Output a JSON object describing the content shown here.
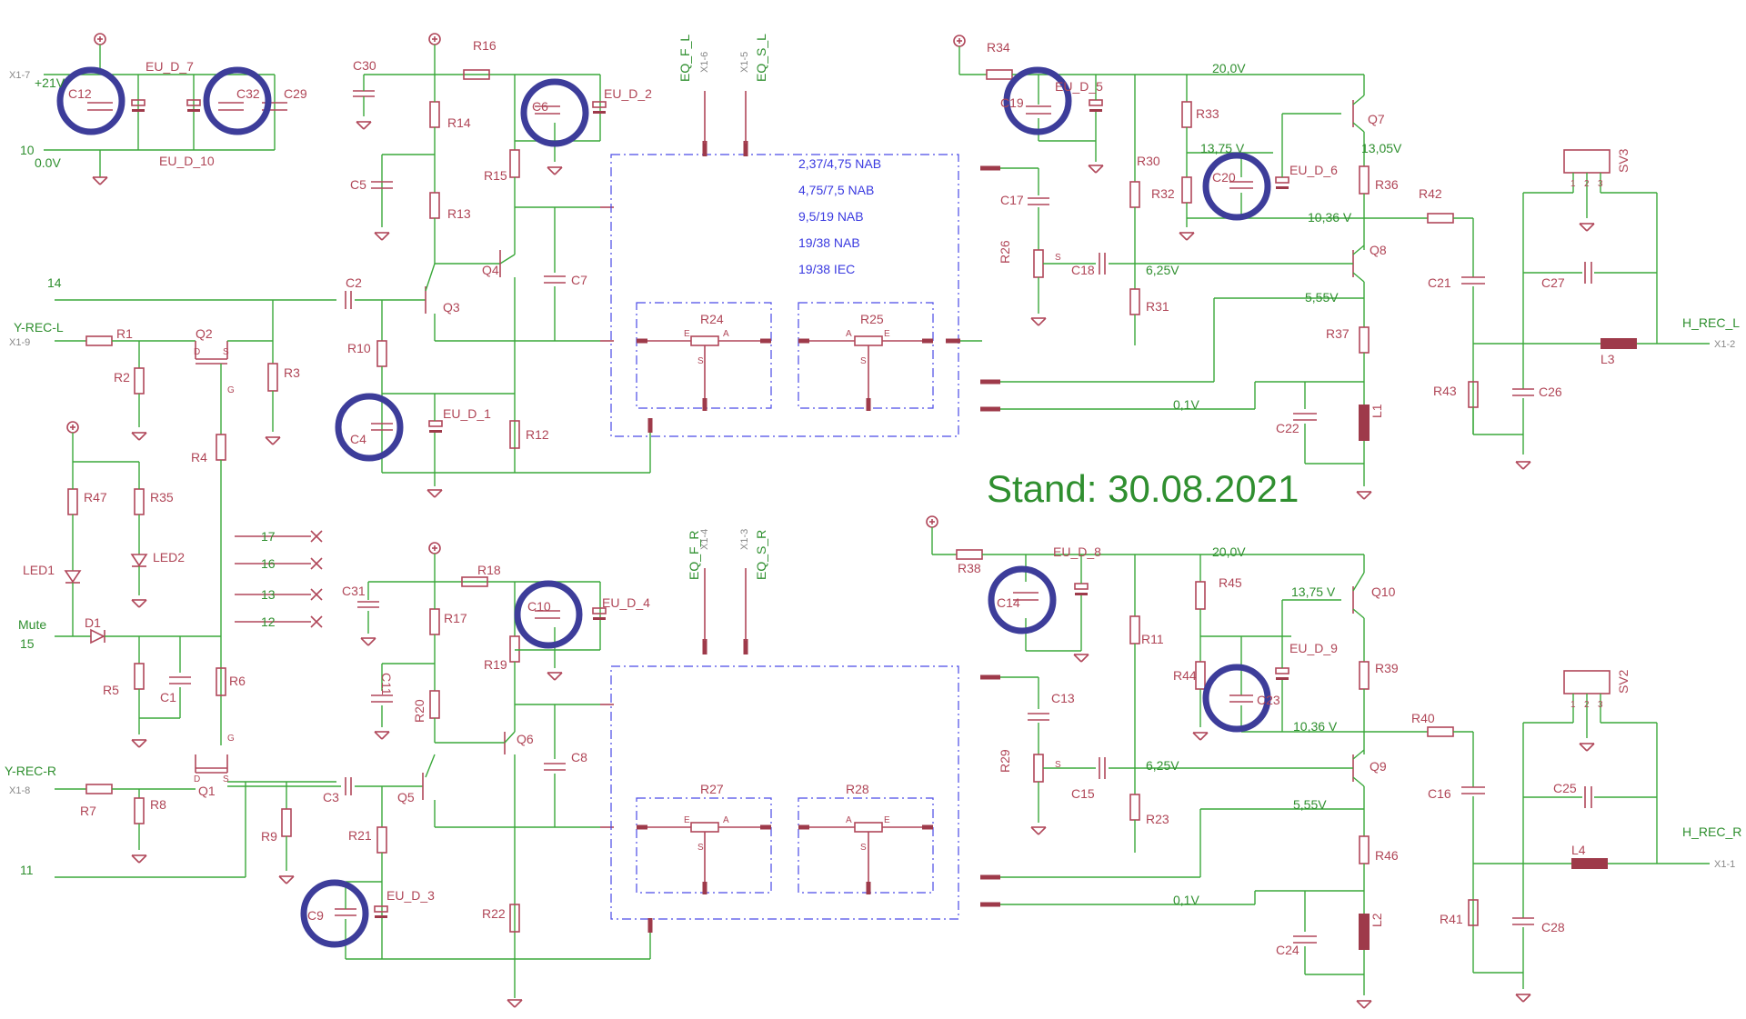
{
  "stamp": "Stand: 30.08.2021",
  "eq_modes": [
    "2,37/4,75 NAB",
    "4,75/7,5  NAB",
    "9,5/19  NAB",
    "19/38   NAB",
    "19/38   IEC"
  ],
  "connectors": {
    "x1_7": "X1-7",
    "x1_9": "X1-9",
    "x1_8": "X1-8",
    "x1_6": "X1-6",
    "x1_5": "X1-5",
    "x1_4": "X1-4",
    "x1_3": "X1-3",
    "x1_2": "X1-2",
    "x1_1": "X1-1"
  },
  "nets": {
    "v21": "+21V",
    "n10": "10",
    "v0": "0.0V",
    "n14": "14",
    "yrecl": "Y-REC-L",
    "yrecr": "Y-REC-R",
    "mute": "Mute",
    "n15": "15",
    "n11": "11",
    "n17": "17",
    "n16": "16",
    "n13": "13",
    "n12": "12",
    "eqfl": "EQ_F_L",
    "eqsl": "EQ_S_L",
    "eqfr": "EQ_F_R",
    "eqsr": "EQ_S_R",
    "hrecl": "H_REC_L",
    "hrecr": "H_REC_R"
  },
  "voltages": {
    "u_top_20": "20,0V",
    "u_top_1375": "13,75 V",
    "u_top_1305": "13,05V",
    "u_top_1036": "10,36 V",
    "u_top_625": "6,25V",
    "u_top_555": "5,55V",
    "u_top_01": "0,1V",
    "u_bot_20": "20,0V",
    "u_bot_1375": "13,75 V",
    "u_bot_1036": "10,36 V",
    "u_bot_625": "6,25V",
    "u_bot_555": "5,55V",
    "u_bot_01": "0,1V"
  },
  "parts": {
    "C12": "C12",
    "C32": "C32",
    "C29": "C29",
    "EU_D_7": "EU_D_7",
    "EU_D_10": "EU_D_10",
    "R16": "R16",
    "C30": "C30",
    "R14": "R14",
    "C5": "C5",
    "R13": "R13",
    "C6": "C6",
    "EU_D_2": "EU_D_2",
    "R15": "R15",
    "Q4": "Q4",
    "C7": "C7",
    "C2": "C2",
    "Q3": "Q3",
    "R10": "R10",
    "C4": "C4",
    "EU_D_1": "EU_D_1",
    "R12": "R12",
    "R1": "R1",
    "Q2": "Q2",
    "R2": "R2",
    "R3": "R3",
    "R4": "R4",
    "R47": "R47",
    "R35": "R35",
    "LED1": "LED1",
    "LED2": "LED2",
    "D1": "D1",
    "R5": "R5",
    "C1": "C1",
    "R6": "R6",
    "Q1": "Q1",
    "R7": "R7",
    "R8": "R8",
    "R9": "R9",
    "C3": "C3",
    "Q5": "Q5",
    "R21": "R21",
    "C9": "C9",
    "EU_D_3": "EU_D_3",
    "R22": "R22",
    "C31": "C31",
    "R17": "R17",
    "R18": "R18",
    "C10": "C10",
    "EU_D_4": "EU_D_4",
    "R19": "R19",
    "C11": "C11",
    "R20": "R20",
    "Q6": "Q6",
    "C8": "C8",
    "R24": "R24",
    "R25": "R25",
    "R27": "R27",
    "R28": "R28",
    "R34": "R34",
    "C19": "C19",
    "EU_D_5": "EU_D_5",
    "R30": "R30",
    "R33": "R33",
    "Q7": "Q7",
    "C20": "C20",
    "EU_D_6": "EU_D_6",
    "R32": "R32",
    "R36": "R36",
    "R42": "R42",
    "C17": "C17",
    "R26": "R26",
    "C18": "C18",
    "Q8": "Q8",
    "R31": "R31",
    "R37": "R37",
    "C22": "C22",
    "L1": "L1",
    "SV3": "SV3",
    "C21": "C21",
    "C27": "C27",
    "R43": "R43",
    "C26": "C26",
    "L3": "L3",
    "R38": "R38",
    "C14": "C14",
    "EU_D_8": "EU_D_8",
    "R11": "R11",
    "R45": "R45",
    "Q10": "Q10",
    "R44": "R44",
    "C23": "C23",
    "EU_D_9": "EU_D_9",
    "R39": "R39",
    "R40": "R40",
    "C13": "C13",
    "R29": "R29",
    "C15": "C15",
    "Q9": "Q9",
    "R23": "R23",
    "R46": "R46",
    "C24": "C24",
    "L2": "L2",
    "SV2": "SV2",
    "C16": "C16",
    "C25": "C25",
    "L4": "L4",
    "R41": "R41",
    "C28": "C28"
  },
  "pinmarks": {
    "E": "E",
    "A": "A",
    "S": "S",
    "D": "D",
    "G": "G",
    "p1": "1",
    "p2": "2",
    "p3": "3"
  }
}
